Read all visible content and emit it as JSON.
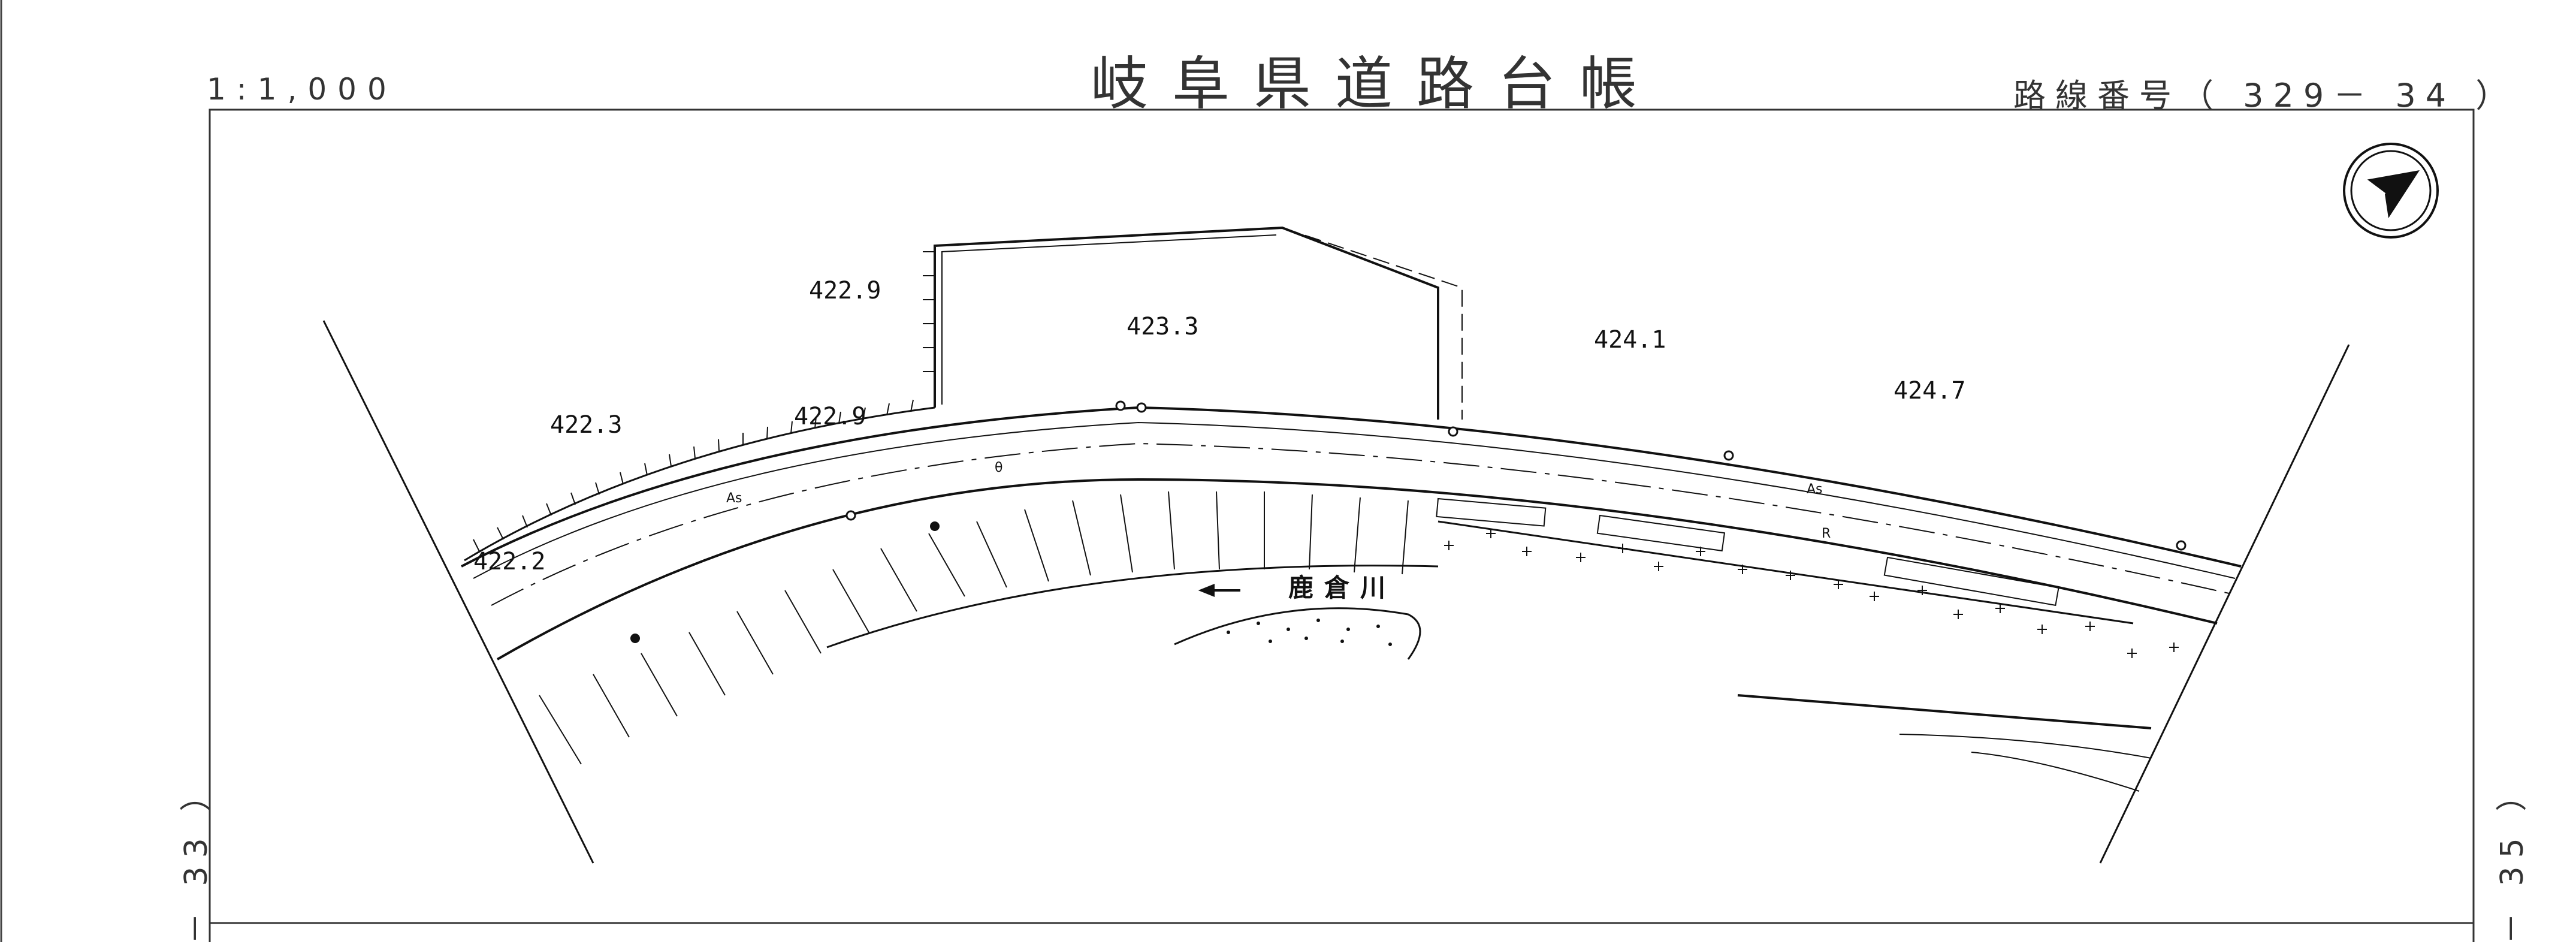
{
  "header": {
    "title": "岐阜県道路台帳",
    "scale": "1:1,000",
    "route_number": "路線番号（ 329－ 34 ）"
  },
  "margins": {
    "left_sheet": "－ 33 ）",
    "right_sheet": "－ 35 ）"
  },
  "map": {
    "elevations": [
      "422.9",
      "423.3",
      "424.1",
      "424.7",
      "422.3",
      "422.9",
      "422.2"
    ],
    "pavement_labels": [
      "As",
      "As"
    ],
    "misc_labels": [
      "θ",
      "R"
    ],
    "river_name": "鹿倉川",
    "north_arrow": "north-arrow-icon"
  }
}
